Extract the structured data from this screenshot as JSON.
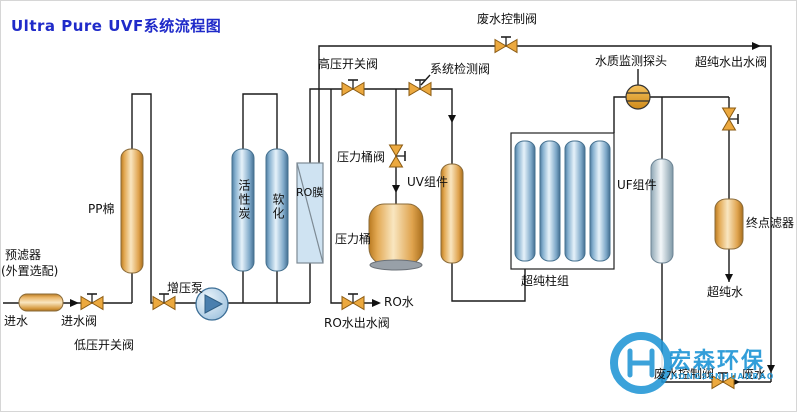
{
  "title": "Ultra Pure UVF系统流程图",
  "labels": {
    "inlet": "进水",
    "prefilter": "预滤器",
    "prefilter_note": "(外置选配)",
    "inlet_valve": "进水阀",
    "low_pressure_switch_valve": "低压开关阀",
    "pp_cotton": "PP棉",
    "booster_pump": "增压泵",
    "activated_carbon": "活性炭",
    "softener": "软化",
    "ro_membrane": "RO膜",
    "high_pressure_switch_valve": "高压开关阀",
    "system_detection_valve": "系统检测阀",
    "pressure_tank_valve": "压力桶阀",
    "pressure_tank": "压力桶",
    "ro_water_outlet_valve": "RO水出水阀",
    "ro_water": "RO水",
    "uv_module": "UV组件",
    "waste_control_valve_top": "废水控制阀",
    "ultrapure_column_group": "超纯柱组",
    "water_quality_probe": "水质监测探头",
    "uf_module": "UF组件",
    "ultrapure_outlet_valve": "超纯水出水阀",
    "terminal_filter": "终点滤器",
    "ultrapure_water": "超纯水",
    "waste_control_valve_bottom": "废水控制阀",
    "waste_water": "废水"
  },
  "watermark": {
    "brand": "宏森环保",
    "brand_latin": "HONGSENHUANBAO"
  },
  "colors": {
    "title_blue": "#1f2ac9",
    "line_black": "#1a1a1a",
    "valve_gold": "#ECA93F",
    "tank_tan": "#E8B865",
    "tank_blue": "#A9CBE3",
    "ro_fill": "#CFE3F2",
    "watermark_blue": "#2196d6"
  }
}
